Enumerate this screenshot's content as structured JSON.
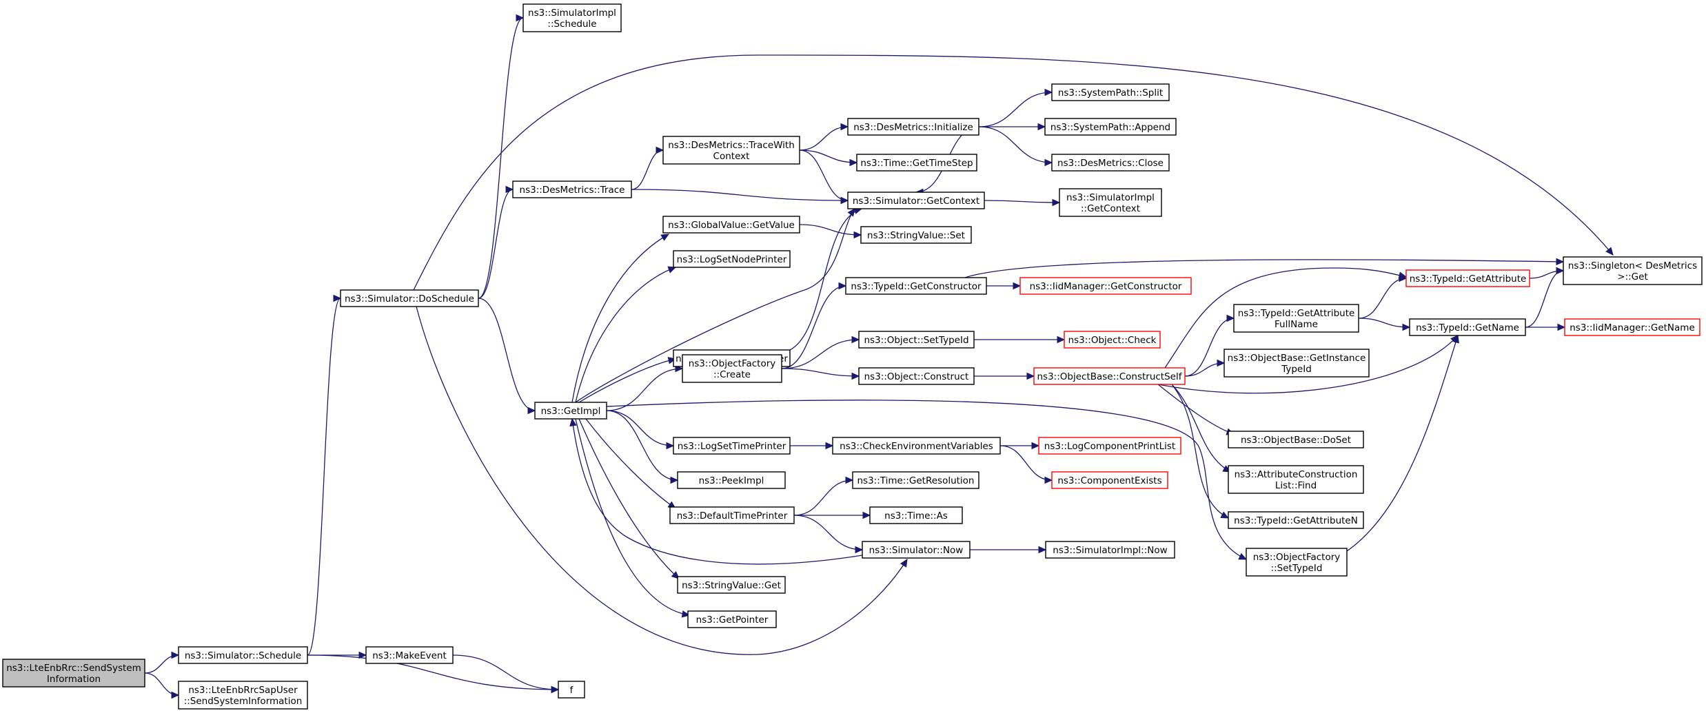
{
  "nodes": {
    "send_system_information": {
      "lines": [
        "ns3::LteEnbRrc::SendSystem",
        "Information"
      ],
      "style": "root"
    },
    "simulator_schedule": {
      "lines": [
        "ns3::Simulator::Schedule"
      ],
      "style": "normal"
    },
    "sap_user_send": {
      "lines": [
        "ns3::LteEnbRrcSapUser",
        "::SendSystemInformation"
      ],
      "style": "normal"
    },
    "do_schedule": {
      "lines": [
        "ns3::Simulator::DoSchedule"
      ],
      "style": "normal"
    },
    "make_event": {
      "lines": [
        "ns3::MakeEvent"
      ],
      "style": "normal"
    },
    "f": {
      "lines": [
        "f"
      ],
      "style": "normal"
    },
    "simulatorimpl_schedule": {
      "lines": [
        "ns3::SimulatorImpl",
        "::Schedule"
      ],
      "style": "normal"
    },
    "desmetrics_trace": {
      "lines": [
        "ns3::DesMetrics::Trace"
      ],
      "style": "normal"
    },
    "get_impl": {
      "lines": [
        "ns3::GetImpl"
      ],
      "style": "normal"
    },
    "trace_with_context": {
      "lines": [
        "ns3::DesMetrics::TraceWith",
        "Context"
      ],
      "style": "normal"
    },
    "desmetrics_initialize": {
      "lines": [
        "ns3::DesMetrics::Initialize"
      ],
      "style": "normal"
    },
    "systempath_split": {
      "lines": [
        "ns3::SystemPath::Split"
      ],
      "style": "normal"
    },
    "systempath_append": {
      "lines": [
        "ns3::SystemPath::Append"
      ],
      "style": "normal"
    },
    "desmetrics_close": {
      "lines": [
        "ns3::DesMetrics::Close"
      ],
      "style": "normal"
    },
    "time_get_timestep": {
      "lines": [
        "ns3::Time::GetTimeStep"
      ],
      "style": "normal"
    },
    "simulator_get_context": {
      "lines": [
        "ns3::Simulator::GetContext"
      ],
      "style": "normal"
    },
    "simulatorimpl_get_context": {
      "lines": [
        "ns3::SimulatorImpl",
        "::GetContext"
      ],
      "style": "normal"
    },
    "globalvalue_get_value": {
      "lines": [
        "ns3::GlobalValue::GetValue"
      ],
      "style": "normal"
    },
    "stringvalue_set": {
      "lines": [
        "ns3::StringValue::Set"
      ],
      "style": "normal"
    },
    "log_set_node_printer": {
      "lines": [
        "ns3::LogSetNodePrinter"
      ],
      "style": "normal"
    },
    "singleton_get": {
      "lines": [
        "ns3::Singleton< DesMetrics",
        " >::Get"
      ],
      "style": "normal"
    },
    "typeid_get_constructor": {
      "lines": [
        "ns3::TypeId::GetConstructor"
      ],
      "style": "normal"
    },
    "iidmanager_get_constructor": {
      "lines": [
        "ns3::IidManager::GetConstructor"
      ],
      "style": "red"
    },
    "typeid_get_attribute": {
      "lines": [
        "ns3::TypeId::GetAttribute"
      ],
      "style": "red"
    },
    "default_node_printer": {
      "lines": [
        "ns3::DefaultNodePrinter"
      ],
      "style": "normal"
    },
    "object_set_typeid": {
      "lines": [
        "ns3::Object::SetTypeId"
      ],
      "style": "normal"
    },
    "object_check": {
      "lines": [
        "ns3::Object::Check"
      ],
      "style": "red"
    },
    "typeid_get_attribute_fullname": {
      "lines": [
        "ns3::TypeId::GetAttribute",
        "FullName"
      ],
      "style": "normal"
    },
    "typeid_get_name": {
      "lines": [
        "ns3::TypeId::GetName"
      ],
      "style": "normal"
    },
    "iidmanager_get_name": {
      "lines": [
        "ns3::IidManager::GetName"
      ],
      "style": "red"
    },
    "objectfactory_create": {
      "lines": [
        "ns3::ObjectFactory",
        "::Create"
      ],
      "style": "normal"
    },
    "objectbase_get_instance_typeid": {
      "lines": [
        "ns3::ObjectBase::GetInstance",
        "TypeId"
      ],
      "style": "normal"
    },
    "object_construct": {
      "lines": [
        "ns3::Object::Construct"
      ],
      "style": "normal"
    },
    "objectbase_construct_self": {
      "lines": [
        "ns3::ObjectBase::ConstructSelf"
      ],
      "style": "red"
    },
    "objectbase_do_set": {
      "lines": [
        "ns3::ObjectBase::DoSet"
      ],
      "style": "normal"
    },
    "log_set_time_printer": {
      "lines": [
        "ns3::LogSetTimePrinter"
      ],
      "style": "normal"
    },
    "check_environment_variables": {
      "lines": [
        "ns3::CheckEnvironmentVariables"
      ],
      "style": "normal"
    },
    "log_component_print_list": {
      "lines": [
        "ns3::LogComponentPrintList"
      ],
      "style": "red"
    },
    "attribute_construction_list_find": {
      "lines": [
        "ns3::AttributeConstruction",
        "List::Find"
      ],
      "style": "normal"
    },
    "peek_impl": {
      "lines": [
        "ns3::PeekImpl"
      ],
      "style": "normal"
    },
    "component_exists": {
      "lines": [
        "ns3::ComponentExists"
      ],
      "style": "red"
    },
    "time_get_resolution": {
      "lines": [
        "ns3::Time::GetResolution"
      ],
      "style": "normal"
    },
    "default_time_printer": {
      "lines": [
        "ns3::DefaultTimePrinter"
      ],
      "style": "normal"
    },
    "time_as": {
      "lines": [
        "ns3::Time::As"
      ],
      "style": "normal"
    },
    "typeid_get_attribute_n": {
      "lines": [
        "ns3::TypeId::GetAttributeN"
      ],
      "style": "normal"
    },
    "simulator_now": {
      "lines": [
        "ns3::Simulator::Now"
      ],
      "style": "normal"
    },
    "simulatorimpl_now": {
      "lines": [
        "ns3::SimulatorImpl::Now"
      ],
      "style": "normal"
    },
    "objectfactory_set_typeid": {
      "lines": [
        "ns3::ObjectFactory",
        "::SetTypeId"
      ],
      "style": "normal"
    },
    "stringvalue_get": {
      "lines": [
        "ns3::StringValue::Get"
      ],
      "style": "normal"
    },
    "get_pointer": {
      "lines": [
        "ns3::GetPointer"
      ],
      "style": "normal"
    }
  },
  "edges": [
    [
      "send_system_information",
      "simulator_schedule"
    ],
    [
      "send_system_information",
      "sap_user_send"
    ],
    [
      "simulator_schedule",
      "do_schedule"
    ],
    [
      "simulator_schedule",
      "make_event"
    ],
    [
      "simulator_schedule",
      "f"
    ],
    [
      "make_event",
      "f"
    ],
    [
      "do_schedule",
      "simulatorimpl_schedule"
    ],
    [
      "do_schedule",
      "desmetrics_trace"
    ],
    [
      "do_schedule",
      "singleton_get"
    ],
    [
      "do_schedule",
      "get_impl"
    ],
    [
      "do_schedule",
      "simulator_now"
    ],
    [
      "desmetrics_trace",
      "trace_with_context"
    ],
    [
      "desmetrics_trace",
      "simulator_get_context"
    ],
    [
      "trace_with_context",
      "desmetrics_initialize"
    ],
    [
      "trace_with_context",
      "time_get_timestep"
    ],
    [
      "trace_with_context",
      "simulator_get_context"
    ],
    [
      "desmetrics_initialize",
      "systempath_split"
    ],
    [
      "desmetrics_initialize",
      "systempath_append"
    ],
    [
      "desmetrics_initialize",
      "desmetrics_close"
    ],
    [
      "desmetrics_initialize",
      "simulator_get_context"
    ],
    [
      "simulator_get_context",
      "simulatorimpl_get_context"
    ],
    [
      "get_impl",
      "globalvalue_get_value"
    ],
    [
      "get_impl",
      "log_set_node_printer"
    ],
    [
      "get_impl",
      "default_node_printer"
    ],
    [
      "get_impl",
      "objectfactory_create"
    ],
    [
      "get_impl",
      "log_set_time_printer"
    ],
    [
      "get_impl",
      "peek_impl"
    ],
    [
      "get_impl",
      "default_time_printer"
    ],
    [
      "get_impl",
      "stringvalue_get"
    ],
    [
      "get_impl",
      "get_pointer"
    ],
    [
      "get_impl",
      "simulator_get_context"
    ],
    [
      "get_impl",
      "objectfactory_set_typeid"
    ],
    [
      "globalvalue_get_value",
      "stringvalue_set"
    ],
    [
      "default_node_printer",
      "simulator_get_context"
    ],
    [
      "objectfactory_create",
      "typeid_get_constructor"
    ],
    [
      "objectfactory_create",
      "object_set_typeid"
    ],
    [
      "objectfactory_create",
      "object_construct"
    ],
    [
      "typeid_get_constructor",
      "iidmanager_get_constructor"
    ],
    [
      "typeid_get_constructor",
      "singleton_get"
    ],
    [
      "object_set_typeid",
      "object_check"
    ],
    [
      "object_construct",
      "objectbase_construct_self"
    ],
    [
      "objectbase_construct_self",
      "typeid_get_attribute"
    ],
    [
      "objectbase_construct_self",
      "typeid_get_attribute_fullname"
    ],
    [
      "objectbase_construct_self",
      "objectbase_get_instance_typeid"
    ],
    [
      "objectbase_construct_self",
      "typeid_get_name"
    ],
    [
      "objectbase_construct_self",
      "objectbase_do_set"
    ],
    [
      "objectbase_construct_self",
      "attribute_construction_list_find"
    ],
    [
      "objectbase_construct_self",
      "typeid_get_attribute_n"
    ],
    [
      "typeid_get_attribute_fullname",
      "typeid_get_attribute"
    ],
    [
      "typeid_get_attribute_fullname",
      "typeid_get_name"
    ],
    [
      "typeid_get_attribute",
      "singleton_get"
    ],
    [
      "typeid_get_name",
      "singleton_get"
    ],
    [
      "typeid_get_name",
      "iidmanager_get_name"
    ],
    [
      "log_set_time_printer",
      "check_environment_variables"
    ],
    [
      "check_environment_variables",
      "log_component_print_list"
    ],
    [
      "check_environment_variables",
      "component_exists"
    ],
    [
      "default_time_printer",
      "time_get_resolution"
    ],
    [
      "default_time_printer",
      "time_as"
    ],
    [
      "default_time_printer",
      "simulator_now"
    ],
    [
      "simulator_now",
      "simulatorimpl_now"
    ],
    [
      "simulator_now",
      "get_impl"
    ],
    [
      "objectfactory_set_typeid",
      "typeid_get_name"
    ]
  ]
}
